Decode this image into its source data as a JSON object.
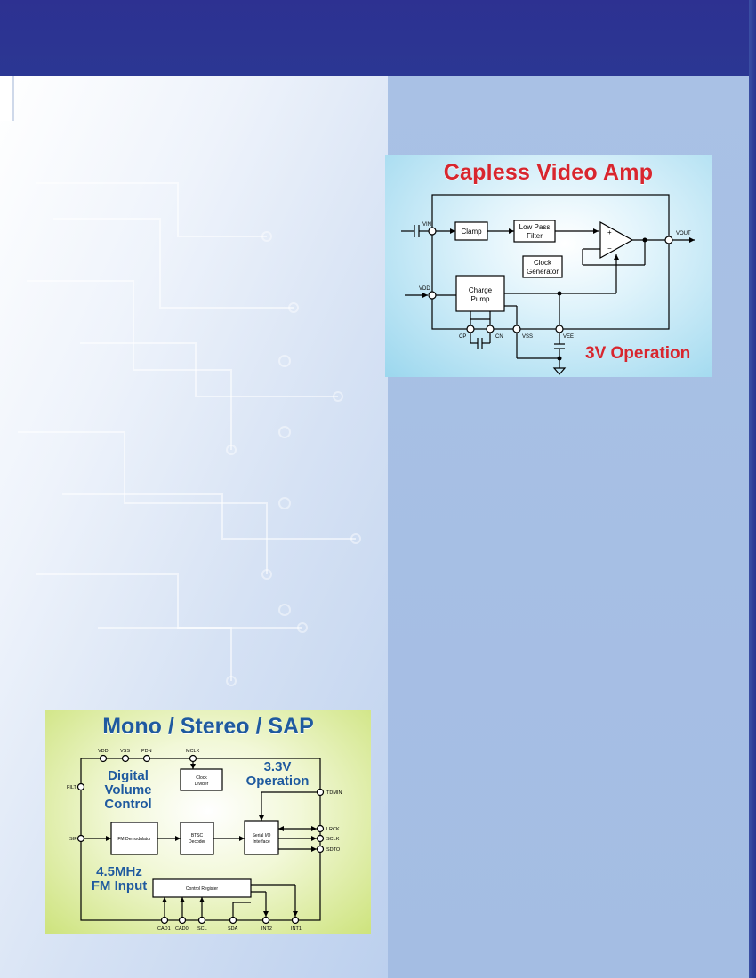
{
  "video_amp": {
    "title": "Capless Video Amp",
    "operation": "3V Operation",
    "blocks": {
      "clamp": "Clamp",
      "lpf_line1": "Low Pass",
      "lpf_line2": "Filter",
      "clock_line1": "Clock",
      "clock_line2": "Generator",
      "pump_line1": "Charge",
      "pump_line2": "Pump"
    },
    "pins": {
      "vin": "VIN",
      "vdd": "VDD",
      "vout": "VOUT",
      "cp": "CP",
      "cn": "CN",
      "vss": "VSS",
      "vee": "VEE"
    },
    "opamp": {
      "plus": "+",
      "minus": "−"
    }
  },
  "sap": {
    "title": "Mono / Stereo / SAP",
    "feature1_line1": "Digital",
    "feature1_line2": "Volume",
    "feature1_line3": "Control",
    "feature2_line1": "3.3V",
    "feature2_line2": "Operation",
    "feature3_line1": "4.5MHz",
    "feature3_line2": "FM Input",
    "blocks": {
      "clock_line1": "Clock",
      "clock_line2": "Divider",
      "fm": "FM Demodulator",
      "btsc_line1": "BTSC",
      "btsc_line2": "Decoder",
      "serial_line1": "Serial I/O",
      "serial_line2": "Interface",
      "control": "Control Register"
    },
    "pins": {
      "vdd": "VDD",
      "vss": "VSS",
      "pdn": "PDN",
      "mclk": "MCLK",
      "filt": "FILT",
      "sif": "SIF",
      "tdmin": "TDMIN",
      "lrck": "LRCK",
      "sclk": "SCLK",
      "sdto": "SDTO",
      "cad1": "CAD1",
      "cad0": "CAD0",
      "scl": "SCL",
      "sda": "SDA",
      "int2": "INT2",
      "int1": "INT1"
    }
  }
}
